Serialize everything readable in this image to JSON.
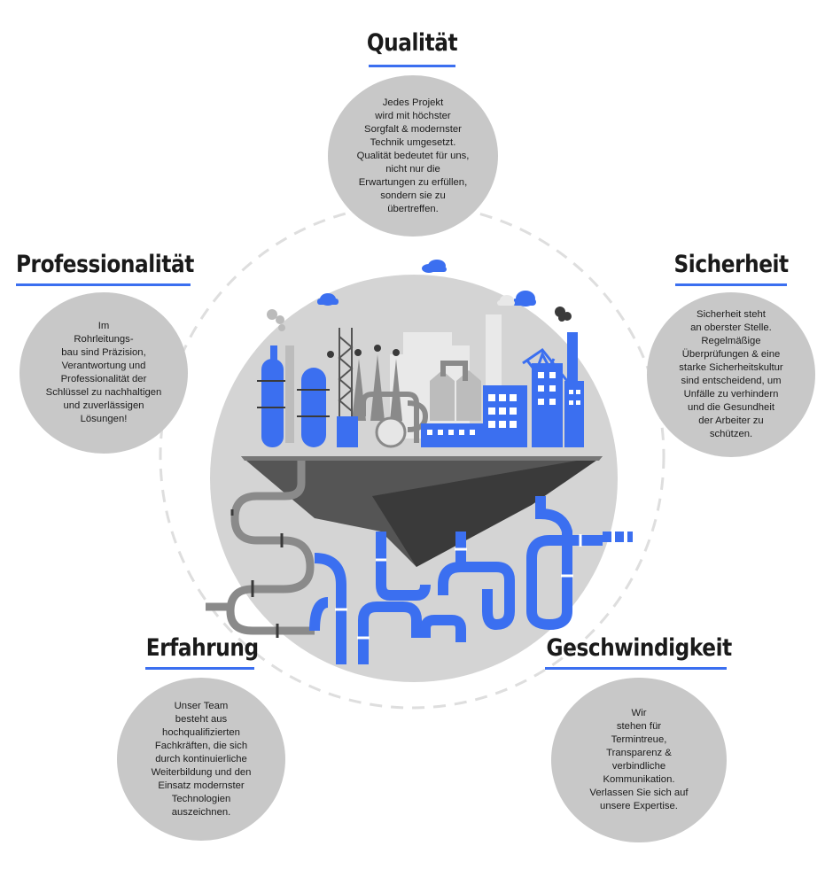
{
  "qualitaet": {
    "title": "Qualität",
    "text": "Jedes Projekt\nwird mit höchster\nSorgfalt & modernster\nTechnik umgesetzt.\nQualität bedeutet für uns,\nnicht nur die\nErwartungen zu erfüllen,\nsondern sie zu\nübertreffen."
  },
  "professionalitaet": {
    "title": "Professionalität",
    "text": "Im\nRohrleitungs-\nbau sind Präzision,\nVerantwortung und\nProfessionalität der\nSchlüssel zu nachhaltigen\nund zuverlässigen\nLösungen!"
  },
  "sicherheit": {
    "title": "Sicherheit",
    "text": "Sicherheit steht\nan oberster Stelle.\nRegelmäßige\nÜberprüfungen & eine\nstarke Sicherheitskultur\nsind entscheidend, um\nUnfälle zu verhindern\nund die Gesundheit\nder Arbeiter zu\nschützen."
  },
  "erfahrung": {
    "title": "Erfahrung",
    "text": "Unser Team\nbesteht aus\nhochqualifizierten\nFachkräften, die sich\ndurch kontinuierliche\nWeiterbildung und den\nEinsatz modernster\nTechnologien\nauszeichnen."
  },
  "geschwindigkeit": {
    "title": "Geschwindigkeit",
    "text": "Wir\nstehen für\nTermintreue,\nTransparenz &\nverbindliche\nKommunikation.\nVerlassen Sie sich auf\nunsere Expertise."
  },
  "colors": {
    "accent": "#3b6ff0",
    "bubble": "#c8c8c8",
    "dark": "#3a3a3a",
    "pipe_gray": "#8a8a8a"
  }
}
